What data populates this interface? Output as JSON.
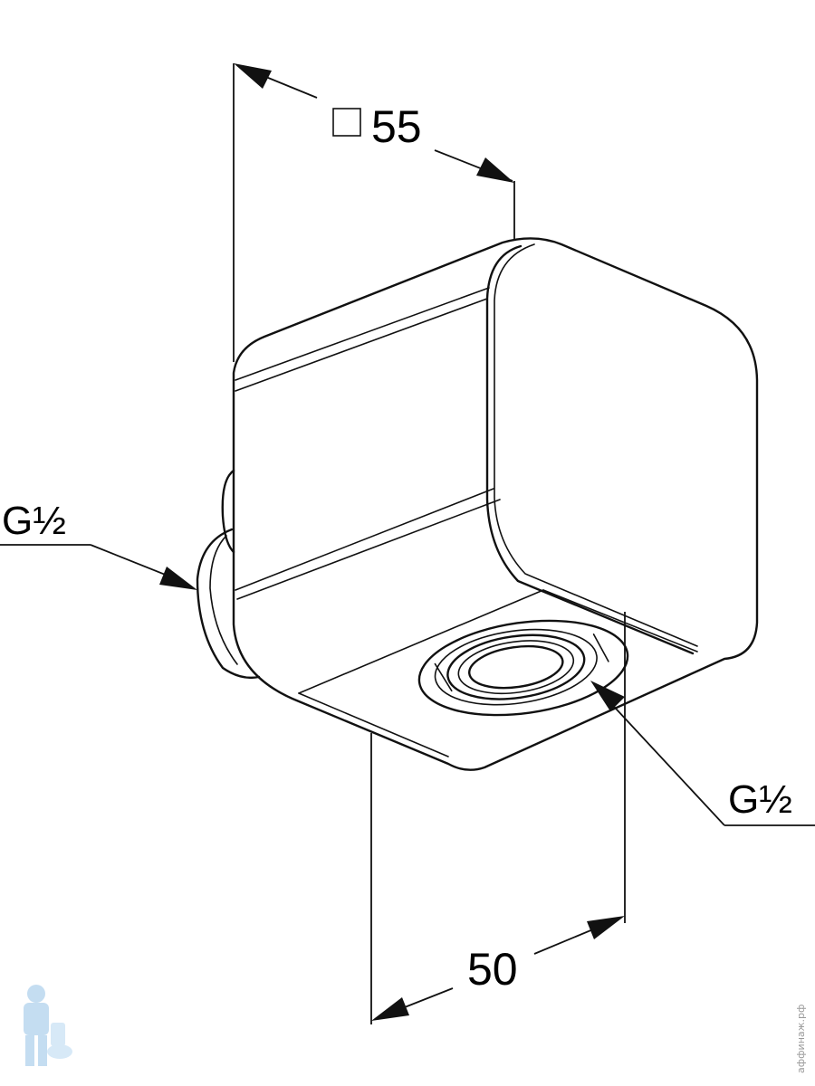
{
  "dimensions": {
    "square_symbol": "□",
    "width_value": "55",
    "depth_value": "50"
  },
  "threads": {
    "side_outlet": "G½",
    "bottom_outlet": "G½"
  },
  "watermark": {
    "text": "аффинаж.рф",
    "logo_icon": "plumber-mascot-icon"
  }
}
